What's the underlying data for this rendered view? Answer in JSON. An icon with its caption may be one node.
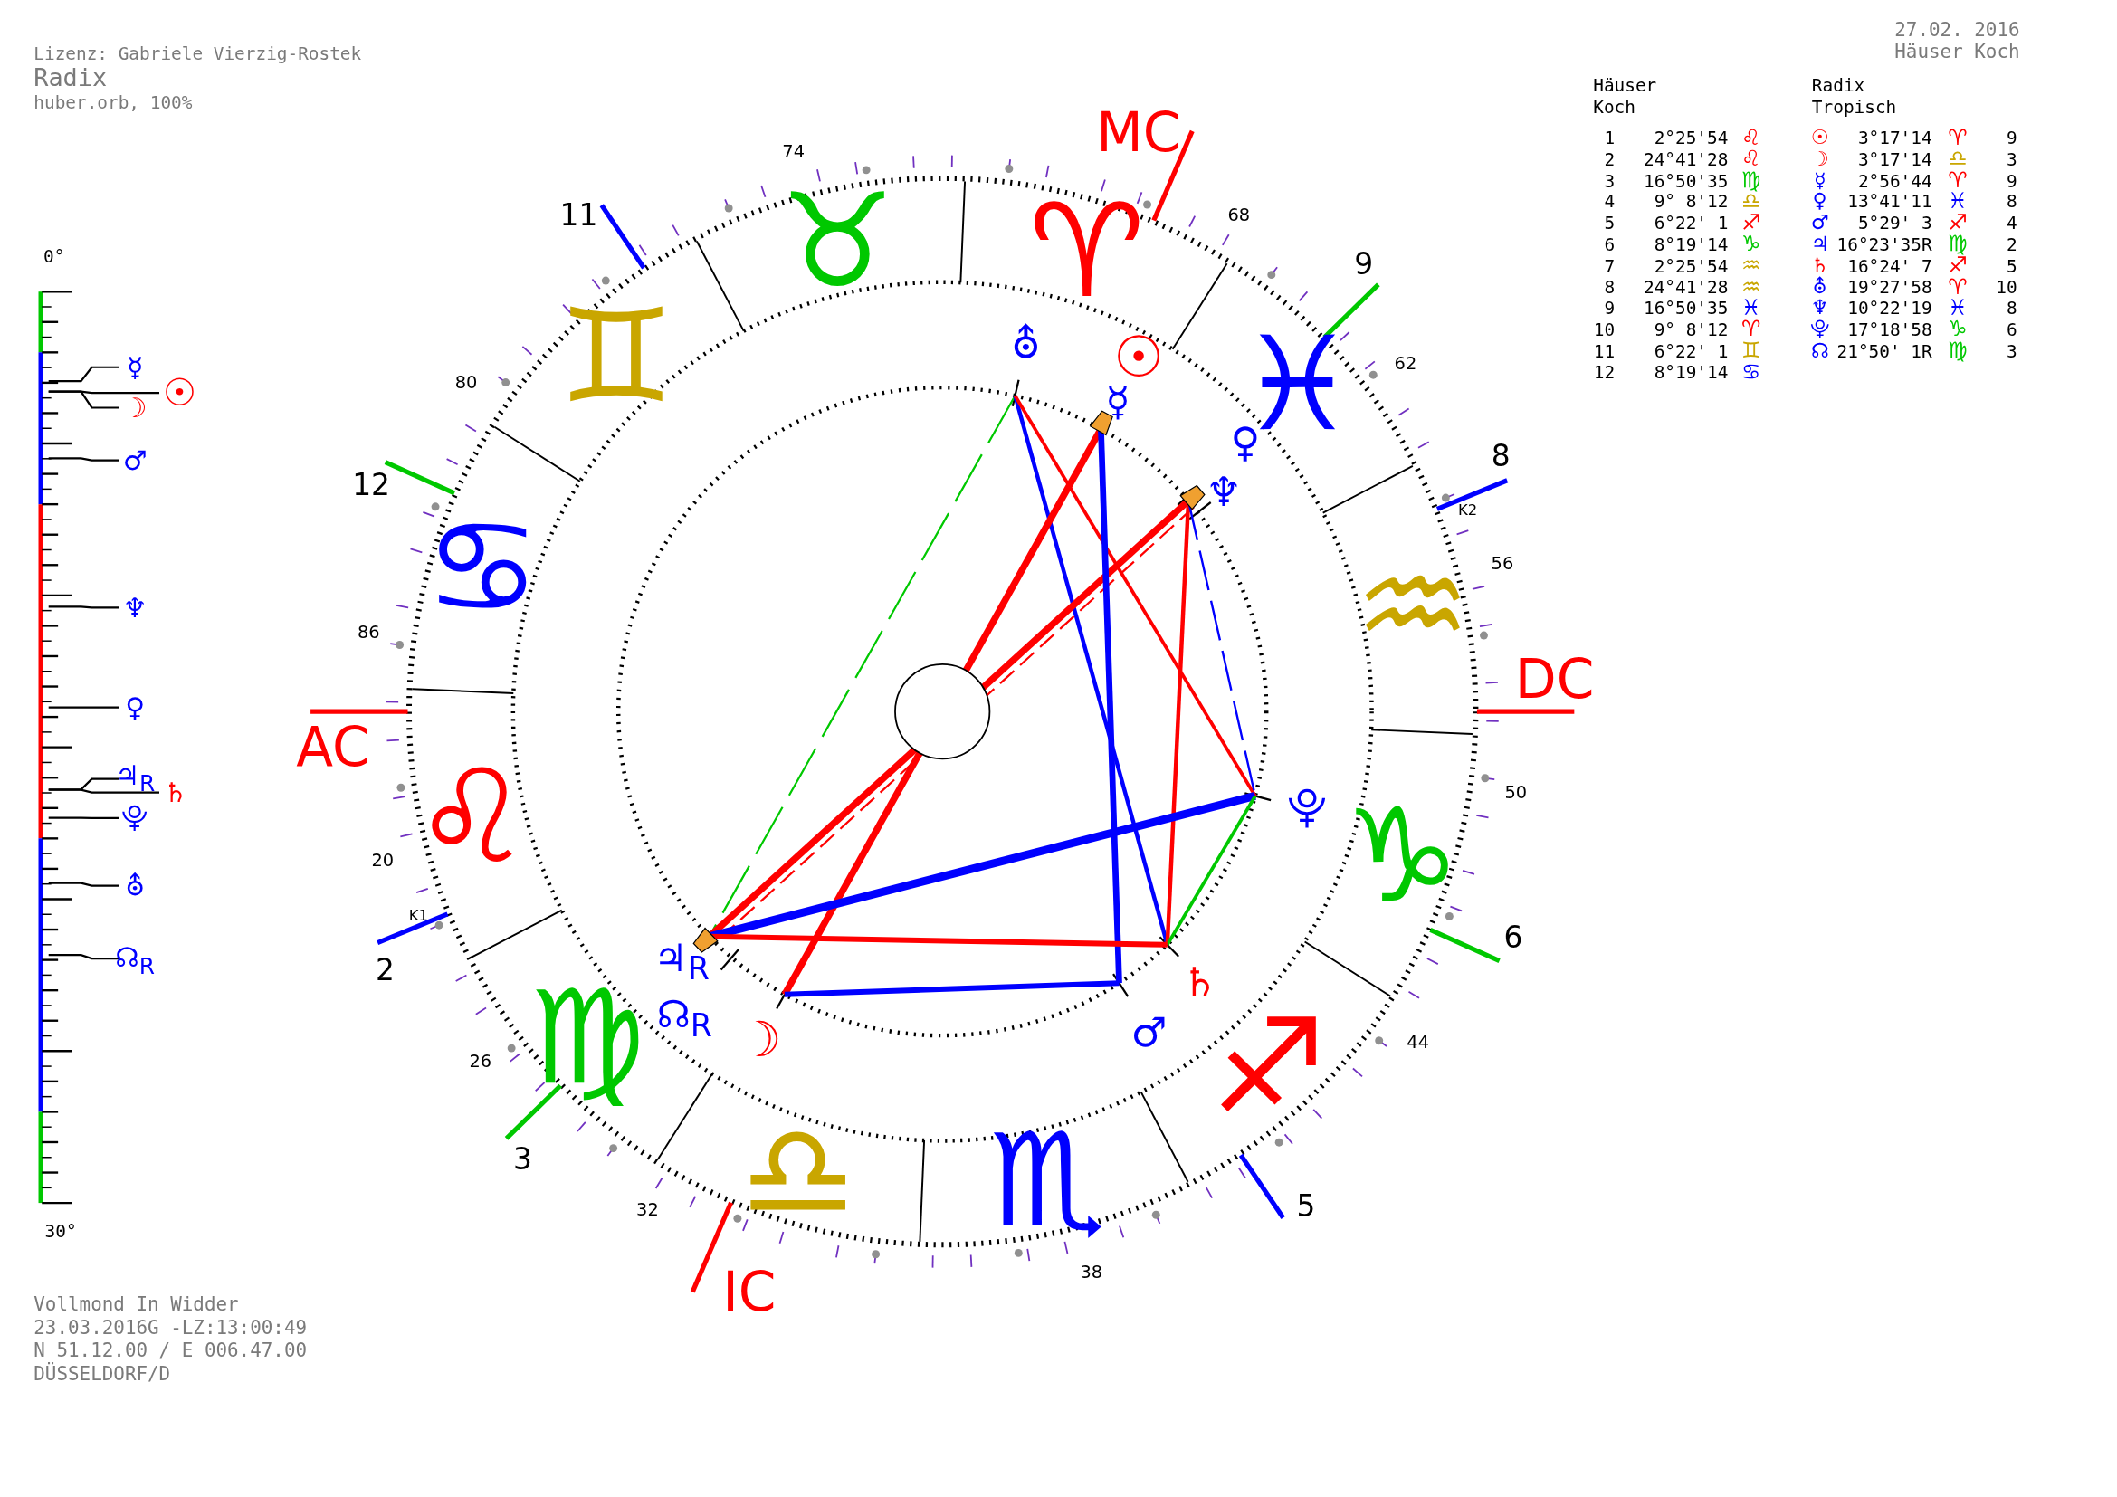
{
  "diagram": {
    "labels": [
      "Lizenz: Gabriele Vierzig-Rostek",
      "Radix",
      "huber.orb, 100%",
      "27.02. 2016",
      "Häuser Koch",
      "Häuser Koch",
      "Radix Tropisch",
      "1",
      "2°25'54",
      "♌",
      "2",
      "24°41'28",
      "♌",
      "3",
      "16°50'35",
      "♍",
      "4",
      "9° 8'12",
      "♎",
      "5",
      "6°22' 1",
      "♐",
      "6",
      "8°19'14",
      "♑",
      "7",
      "2°25'54",
      "♒",
      "8",
      "24°41'28",
      "♒",
      "9",
      "16°50'35",
      "♓",
      "10",
      "9° 8'12",
      "♈",
      "11",
      "6°22' 1",
      "♊",
      "12",
      "8°19'14",
      "♋",
      "☉",
      "3°17'14",
      "♈",
      "9",
      "☽",
      "3°17'14",
      "♎",
      "3",
      "☿",
      "2°56'44",
      "♈",
      "9",
      "♀",
      "13°41'11",
      "♓",
      "8",
      "♂",
      "5°29' 3",
      "♐",
      "4",
      "♃",
      "16°23'35R",
      "♍",
      "2",
      "♄",
      "16°24' 7",
      "♐",
      "5",
      "⛢",
      "19°27'58",
      "♈",
      "10",
      "♆",
      "10°22'19",
      "♓",
      "8",
      "⯓",
      "17°18'58",
      "♑",
      "6",
      "☊",
      "21°50' 1R",
      "♍",
      "3",
      "0°",
      "☿",
      "☉",
      "☽",
      "♂",
      "♆",
      "♀",
      "♃$_{R}$",
      "♄",
      "⯓",
      "⛢",
      "☊$_{R}$",
      "30°",
      "MC",
      "AC",
      "DC",
      "IC",
      "11",
      "12",
      "2",
      "3",
      "5",
      "6",
      "8",
      "9",
      "74",
      "68",
      "62",
      "56",
      "50",
      "44",
      "38",
      "32",
      "26",
      "20",
      "86",
      "80",
      "K1",
      "K2",
      "♉",
      "♈",
      "♊",
      "♓",
      "♋",
      "♒",
      "♌",
      "♑",
      "♍",
      "♐",
      "♎",
      "♏",
      "⛢",
      "☉",
      "☿",
      "♀",
      "♆",
      "⯓",
      "♃$_{R}$",
      "♄",
      "☊$_{R}$",
      "☽",
      "♂",
      "Vollmond In Widder",
      "23.03.2016G -LZ:13:00:49",
      "N 51.12.00 / E 006.47.00",
      "DÜSSELDORF/D"
    ]
  }
}
